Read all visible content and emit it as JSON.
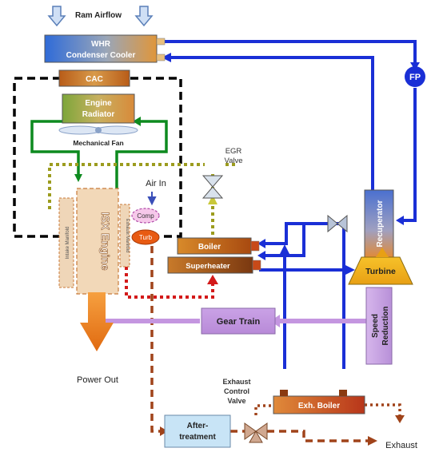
{
  "labels": {
    "ram_airflow": "Ram Airflow",
    "whr_line1": "WHR",
    "whr_line2": "Condenser Cooler",
    "fp": "FP",
    "cac": "CAC",
    "radiator_line1": "Engine",
    "radiator_line2": "Radiator",
    "mech_fan": "Mechanical Fan",
    "egr_line1": "EGR",
    "egr_line2": "Valve",
    "air_in": "Air In",
    "comp": "Comp",
    "turb": "Turb",
    "engine": "ISX Engine",
    "intake_manifold": "Intake Manifold",
    "exhaust_manifold": "Exhaust Manifold",
    "boiler": "Boiler",
    "superheater": "Superheater",
    "recuperator": "Recuperator",
    "turbine": "Turbine",
    "speed_line1": "Speed",
    "speed_line2": "Reduction",
    "gear_train": "Gear Train",
    "power_out": "Power Out",
    "exh_valve_line1": "Exhaust",
    "exh_valve_line2": "Control",
    "exh_valve_line3": "Valve",
    "exh_boiler": "Exh. Boiler",
    "after_line1": "After-",
    "after_line2": "treatment",
    "exhaust": "Exhaust"
  },
  "colors": {
    "working_fluid": "#1a2fd6",
    "coolant": "#0d8a1f",
    "charge_air": "#000000",
    "egr": "#9c9c1e",
    "exhaust": "#a0431a",
    "exhaust_hot": "#d31a1a",
    "mechanical": "#c496e0",
    "power": "#f07a10"
  }
}
